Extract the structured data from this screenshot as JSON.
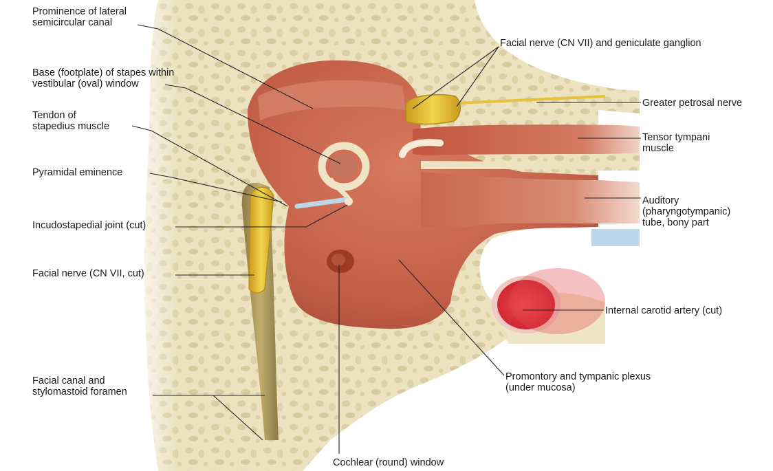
{
  "labels": {
    "lateral_canal": "Prominence of lateral\nsemicircular canal",
    "stapes_base": "Base (footplate) of stapes within\nvestibular (oval) window",
    "stapedius_tendon": "Tendon of\nstapedius muscle",
    "pyramidal_eminence": "Pyramidal eminence",
    "incudostapedial_joint": "Incudostapedial joint (cut)",
    "facial_nerve_cut": "Facial nerve (CN VII, cut)",
    "facial_canal": "Facial canal and\nstylomastoid foramen",
    "facial_geniculate": "Facial nerve (CN VII) and geniculate ganglion",
    "greater_petrosal": "Greater petrosal nerve",
    "tensor_tympani": "Tensor tympani\nmuscle",
    "auditory_tube": "Auditory\n(pharyngotympanic)\ntube, bony part",
    "internal_carotid": "Internal carotid artery (cut)",
    "promontory": "Promontory and tympanic plexus\n(under mucosa)",
    "cochlear_window": "Cochlear (round) window"
  },
  "colors": {
    "bone": "#ece2c0",
    "mucosa": "#c9644c",
    "nerve": "#e6c13c",
    "artery": "#d8303a",
    "leader_line": "#222222"
  }
}
